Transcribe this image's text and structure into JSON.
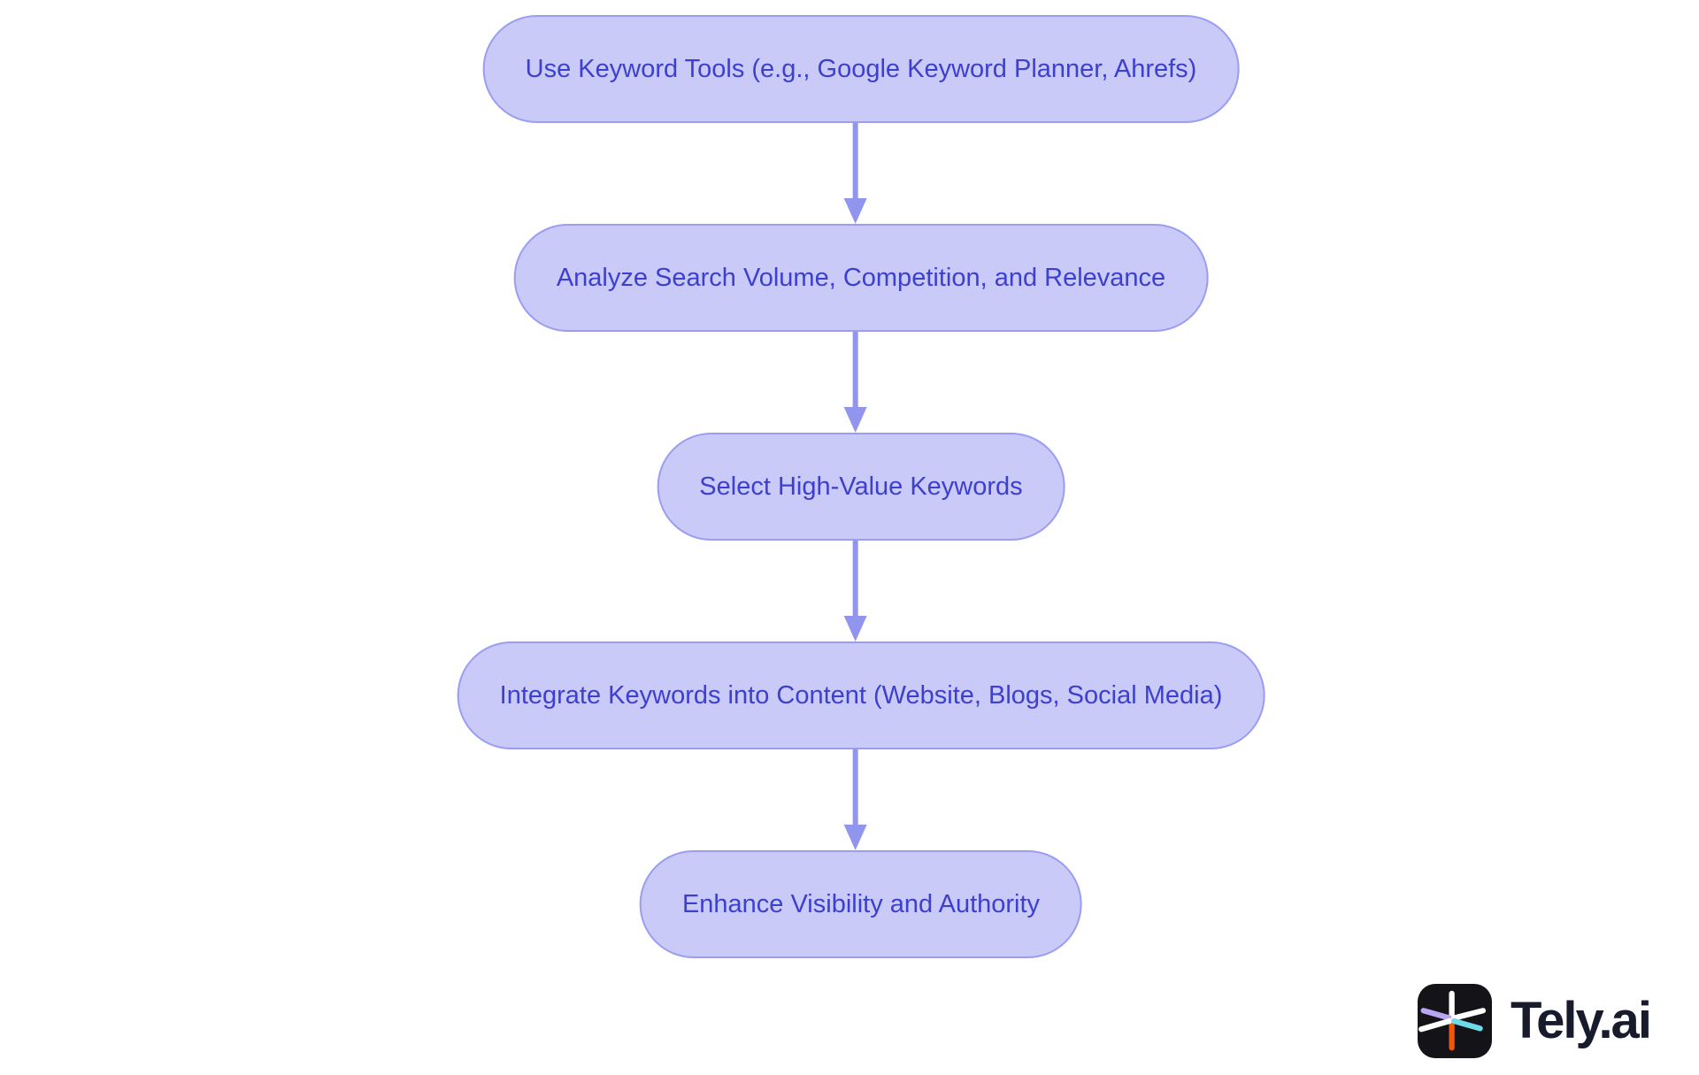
{
  "theme": {
    "page_bg": "#ffffff",
    "node_fill": "#c9caf8",
    "node_border": "#9a9df1",
    "node_text": "#3d3fce",
    "arrow_color": "#9295ee",
    "logo_bg": "#141418",
    "logo_text_color": "#171b2c",
    "spoke_white": "#ffffff",
    "spoke_orange": "#f25408",
    "spoke_lavender": "#b9a6f2",
    "spoke_cyan": "#6fd9e7"
  },
  "flowchart": {
    "type": "flowchart",
    "direction": "top-down",
    "nodes": [
      {
        "id": "step-1",
        "label": "Use Keyword Tools (e.g., Google Keyword Planner, Ahrefs)"
      },
      {
        "id": "step-2",
        "label": "Analyze Search Volume, Competition, and Relevance"
      },
      {
        "id": "step-3",
        "label": "Select High-Value Keywords"
      },
      {
        "id": "step-4",
        "label": "Integrate Keywords into Content (Website, Blogs, Social Media)"
      },
      {
        "id": "step-5",
        "label": "Enhance Visibility and Authority"
      }
    ],
    "edges": [
      {
        "from": "step-1",
        "to": "step-2"
      },
      {
        "from": "step-2",
        "to": "step-3"
      },
      {
        "from": "step-3",
        "to": "step-4"
      },
      {
        "from": "step-4",
        "to": "step-5"
      }
    ]
  },
  "branding": {
    "logo_text": "Tely.ai",
    "logo_icon": "tely-asterisk-icon"
  }
}
